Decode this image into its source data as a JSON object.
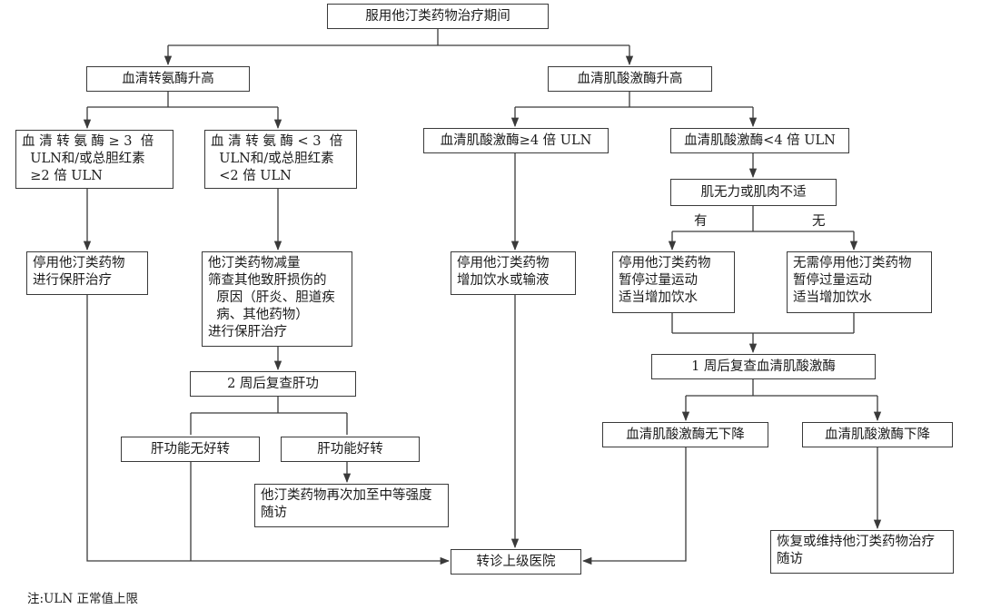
{
  "nodes": {
    "root": "服用他汀类药物治疗期间",
    "alt_high": "血清转氨酶升高",
    "ck_high": "血清肌酸激酶升高",
    "alt_ge3": "血 清 转 氨 酶 ≥ 3  倍\n  ULN和/或总胆红素\n  ≥2 倍 ULN",
    "alt_lt3": "血 清 转 氨 酶 < 3  倍\n  ULN和/或总胆红素\n  <2 倍 ULN",
    "ck_ge4": "血清肌酸激酶≥4 倍 ULN",
    "ck_lt4": "血清肌酸激酶<4 倍 ULN",
    "stop_liver": "停用他汀类药物\n进行保肝治疗",
    "reduce_dose": "他汀类药物减量\n筛查其他致肝损伤的\n  原因（肝炎、胆道疾\n  病、其他药物）\n进行保肝治疗",
    "stop_fluid": "停用他汀类药物\n增加饮水或输液",
    "muscle_question": "肌无力或肌肉不适",
    "stop_pause": "停用他汀类药物\n暂停过量运动\n适当增加饮水",
    "no_stop_pause": "无需停用他汀类药物\n暂停过量运动\n适当增加饮水",
    "recheck_liver": "2 周后复查肝功",
    "recheck_ck": "1 周后复查血清肌酸激酶",
    "liver_not_better": "肝功能无好转",
    "liver_better": "肝功能好转",
    "ck_not_down": "血清肌酸激酶无下降",
    "ck_down": "血清肌酸激酶下降",
    "readd_statin": "他汀类药物再次加至中等强度\n随访",
    "referral": "转诊上级医院",
    "resume_statin": "恢复或维持他汀类药物治疗\n随访"
  },
  "labels": {
    "yes": "有",
    "no": "无"
  },
  "note": "注:ULN 正常值上限",
  "colors": {
    "line": "#3a3a3a",
    "border": "#3a3a3a",
    "text": "#1a1a1a"
  }
}
